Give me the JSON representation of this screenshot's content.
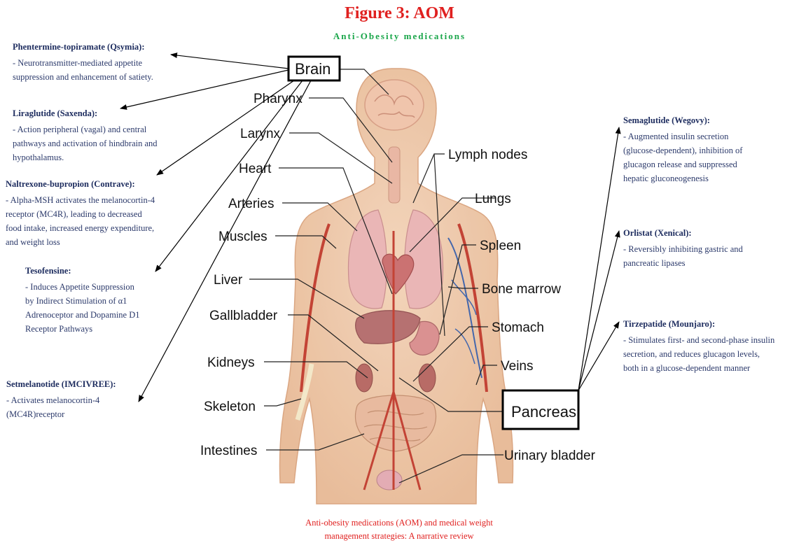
{
  "figure": {
    "title": "Figure 3: AOM",
    "subtitle": "Anti-Obesity medications",
    "caption_line1": "Anti-obesity medications (AOM) and medical weight",
    "caption_line2": "management strategies: A narrative review"
  },
  "boxes": {
    "brain": "Brain",
    "pancreas": "Pancreas"
  },
  "organs": [
    "Pharynx",
    "Larynx",
    "Heart",
    "Arteries",
    "Muscles",
    "Liver",
    "Gallbladder",
    "Kidneys",
    "Skeleton",
    "Intestines",
    "Lymph nodes",
    "Lungs",
    "Spleen",
    "Bone marrow",
    "Stomach",
    "Veins",
    "Urinary bladder"
  ],
  "left_drugs": [
    {
      "name": "Phentermine-topiramate (Qsymia):",
      "desc_lines": [
        "- Neurotransmitter-mediated appetite",
        "suppression and enhancement of satiety."
      ]
    },
    {
      "name": "Liraglutide (Saxenda):",
      "desc_lines": [
        "- Action peripheral (vagal) and central",
        "pathways and activation of hindbrain and",
        "hypothalamus."
      ]
    },
    {
      "name": "Naltrexone-bupropion (Contrave):",
      "desc_lines": [
        "- Alpha-MSH activates the melanocortin-4",
        "receptor (MC4R), leading to decreased",
        "food intake, increased energy expenditure,",
        "and weight loss"
      ]
    },
    {
      "name": "Tesofensine:",
      "desc_lines": [
        "- Induces Appetite Suppression",
        "by Indirect Stimulation of α1",
        "Adrenoceptor and Dopamine D1",
        "Receptor Pathways"
      ]
    },
    {
      "name": "Setmelanotide (IMCIVREE):",
      "desc_lines": [
        "- Activates melanocortin-4",
        "(MC4R)receptor"
      ]
    }
  ],
  "right_drugs": [
    {
      "name": "Semaglutide (Wegovy):",
      "desc_lines": [
        "- Augmented insulin secretion",
        "(glucose-dependent), inhibition of",
        "glucagon release and suppressed",
        "hepatic gluconeogenesis"
      ]
    },
    {
      "name": "Orlistat (Xenical):",
      "desc_lines": [
        "- Reversibly inhibiting gastric and",
        "pancreatic lipases"
      ]
    },
    {
      "name": "Tirzepatide (Mounjaro):",
      "desc_lines": [
        "- Stimulates first- and second-phase insulin",
        "secretion, and reduces glucagon levels,",
        "both in a glucose-dependent manner"
      ]
    }
  ],
  "colors": {
    "title": "#e0201f",
    "subtitle": "#1aa64a",
    "drug_text": "#2c3a6b",
    "skin": "#efc7a6",
    "artery": "#c0392b",
    "vein": "#3b5fa8"
  }
}
